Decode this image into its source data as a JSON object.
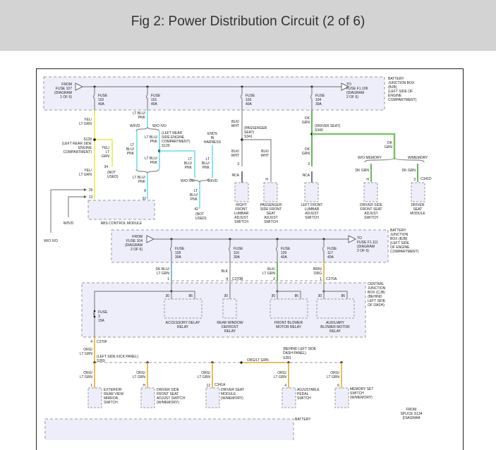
{
  "header": {
    "title": "Fig 2: Power Distribution Circuit (2 of 6)"
  },
  "diagram": {
    "bjb_top": {
      "from": [
        "FROM",
        "FUSE 107",
        "(DIAGRAM",
        "1 OF 6)"
      ],
      "to": [
        "TO",
        "FUSE F1.109",
        "(DIAGRAM",
        "2 OF 6)"
      ],
      "label": [
        "BATTERY",
        "JUNCTION BOX",
        "(BJB)",
        "(LEFT SIDE OF",
        "ENGINE",
        "COMPARTMENT)"
      ],
      "fuses": [
        {
          "name": "FUSE",
          "num": "102",
          "amp": "40A"
        },
        {
          "name": "FUSE",
          "num": "101",
          "amp": "40A"
        },
        {
          "name": "FUSE",
          "num": "103",
          "amp": "40A"
        },
        {
          "name": "FUSE",
          "num": "104",
          "amp": "30A"
        }
      ]
    },
    "wires_top": {
      "yel_lt_grn": [
        "YEL/",
        "LT GRN"
      ],
      "s128": [
        "S128",
        "(LEFT REAR SIDE",
        "ENGINE",
        "COMPARTMENT)"
      ],
      "yel_lt_grn_b": [
        "YEL/",
        "LT",
        "GRN"
      ],
      "pin34": "34",
      "not_used": [
        "(NOT",
        "USED)"
      ],
      "yel_lt_grn_c": [
        "YEL/",
        "LT GRN"
      ],
      "lt_blu_pnk": [
        "LT BLU/",
        "PNK"
      ],
      "w_ivd": "W/IVD",
      "wo_ivd": "W/O IVD",
      "lt_blu_pnk_v": [
        "LT",
        "BLU/",
        "PNK"
      ],
      "s129": [
        "(LEFT REAR",
        "SIDE ENGINE",
        "COMPARTMENT)",
        "S129"
      ],
      "ends_in_harness": [
        "ENDS",
        "IN",
        "HARNESS"
      ],
      "pin8": "8",
      "pin12": "12",
      "pin25": "25",
      "pin32": "32",
      "pin42": "42",
      "abs_module": "ABS CONTROL MODULE",
      "w_ivd_bottom": "W/IVD",
      "wo_ivd_left": "W/O IVD",
      "blk_wht": [
        "BLK/",
        "WHT"
      ],
      "passenger_seat": [
        "(PASSENGER",
        "SEAT)",
        "S341"
      ],
      "dk_grn": [
        "DK",
        "GRN"
      ],
      "driver_seat": [
        "(DRIVER SEAT)",
        "S340"
      ],
      "wo_memory": "W/O MEMORY",
      "w_memory": "W/MEMORY",
      "dk_grn_h": "DK GRN",
      "nca": "NCA",
      "pin3": "3",
      "pin_h": "H",
      "c341d": "C341D"
    },
    "components_top": [
      [
        "RIGHT",
        "FRONT",
        "LUMBAR",
        "ADJUST",
        "SWITCH"
      ],
      [
        "PASSENGER",
        "SIDE FRONT",
        "SEAT",
        "ADJUST",
        "SWITCH"
      ],
      [
        "LEFT FRONT",
        "LUMBAR",
        "ADJUST",
        "SWITCH"
      ],
      [
        "DRIVER SIDE",
        "FRONT SEAT",
        "ADJUST",
        "SWITCH"
      ],
      [
        "DRIVER",
        "SEAT",
        "MODULE"
      ]
    ],
    "bjb_mid": {
      "from": [
        "FROM",
        "FUSE 104",
        "(DIAGRAM",
        "2 OF 6)"
      ],
      "to": [
        "TO",
        "FUSE F1.111",
        "(DIAGRAM",
        "2 OF 6)"
      ],
      "label": [
        "BATTERY",
        "JUNCTION",
        "BOX (BJB)",
        "(LEFT SIDE",
        "OF ENGINE",
        "COMPARTMENT)"
      ],
      "fuses": [
        {
          "name": "FUSE",
          "num": "109",
          "amp": "30A"
        },
        {
          "name": "FUSE",
          "num": "116",
          "amp": "30A"
        },
        {
          "name": "FUSE",
          "num": "120",
          "amp": "40A"
        },
        {
          "name": "FUSE",
          "num": "117",
          "amp": "40A"
        }
      ]
    },
    "wires_mid": {
      "dk_blu_lt_grn": [
        "DK BLU/",
        "LT GRN"
      ],
      "blk": "BLK",
      "blk_lt_grn": [
        "BLK/",
        "LT GRN"
      ],
      "brn_org": [
        "BRN/",
        "ORG"
      ],
      "c270b": "C270B",
      "c270a": "C270A",
      "pin1": "1",
      "pin4": "4",
      "pin2": "2"
    },
    "cjb": {
      "label": [
        "CENTRAL",
        "JUNCTION",
        "BOX (CJB)",
        "(BEHIND",
        "LEFT SIDE",
        "OF DASH)"
      ],
      "fuse": {
        "name": "FUSE",
        "num": "3",
        "amp": "15A"
      },
      "pin30": "30",
      "pin86": "86",
      "relays": [
        [
          "ACCESSORY DELAY",
          "RELAY"
        ],
        [
          "REAR WINDOW",
          "DEFROST",
          "RELAY"
        ],
        [
          "FRONT BLOWER",
          "MOTOR RELAY"
        ],
        [
          "AUXILIARY",
          "BLOWER MOTOR",
          "RELAY"
        ]
      ],
      "c270f": "C270F",
      "pin4": "4"
    },
    "bottom": {
      "org_lt_grn": [
        "ORG/",
        "LT GRN"
      ],
      "s269": [
        "(LEFT SIDE KICK PANEL)",
        "S269"
      ],
      "s281": [
        "(BEHIND LEFT SIDE",
        "DASH PANEL)",
        "S281"
      ],
      "org_lt_grn_h": "ORG/LT GRN",
      "c341a": "C341A",
      "pins": [
        "1",
        "H",
        "12",
        "4",
        "6"
      ],
      "components": [
        [
          "EXTERIOR",
          "REAR VIEW",
          "MIRROR",
          "SWITCH"
        ],
        [
          "DRIVER SIDE",
          "FRONT SEAT",
          "ADJUST SWITCH",
          "(W/MEMORY)"
        ],
        [
          "DRIVER SEAT",
          "MODULE",
          "(W/MEMORY)"
        ],
        [
          "ADJUSTABLE",
          "PEDAL",
          "SWITCH"
        ],
        [
          "MEMORY SET",
          "SWITCH",
          "(W/MEMORY)"
        ]
      ],
      "bjb_cut": "BATTERY",
      "from_splice": [
        "FROM",
        "SPLICE S134",
        "(DIAGRAM"
      ]
    }
  }
}
